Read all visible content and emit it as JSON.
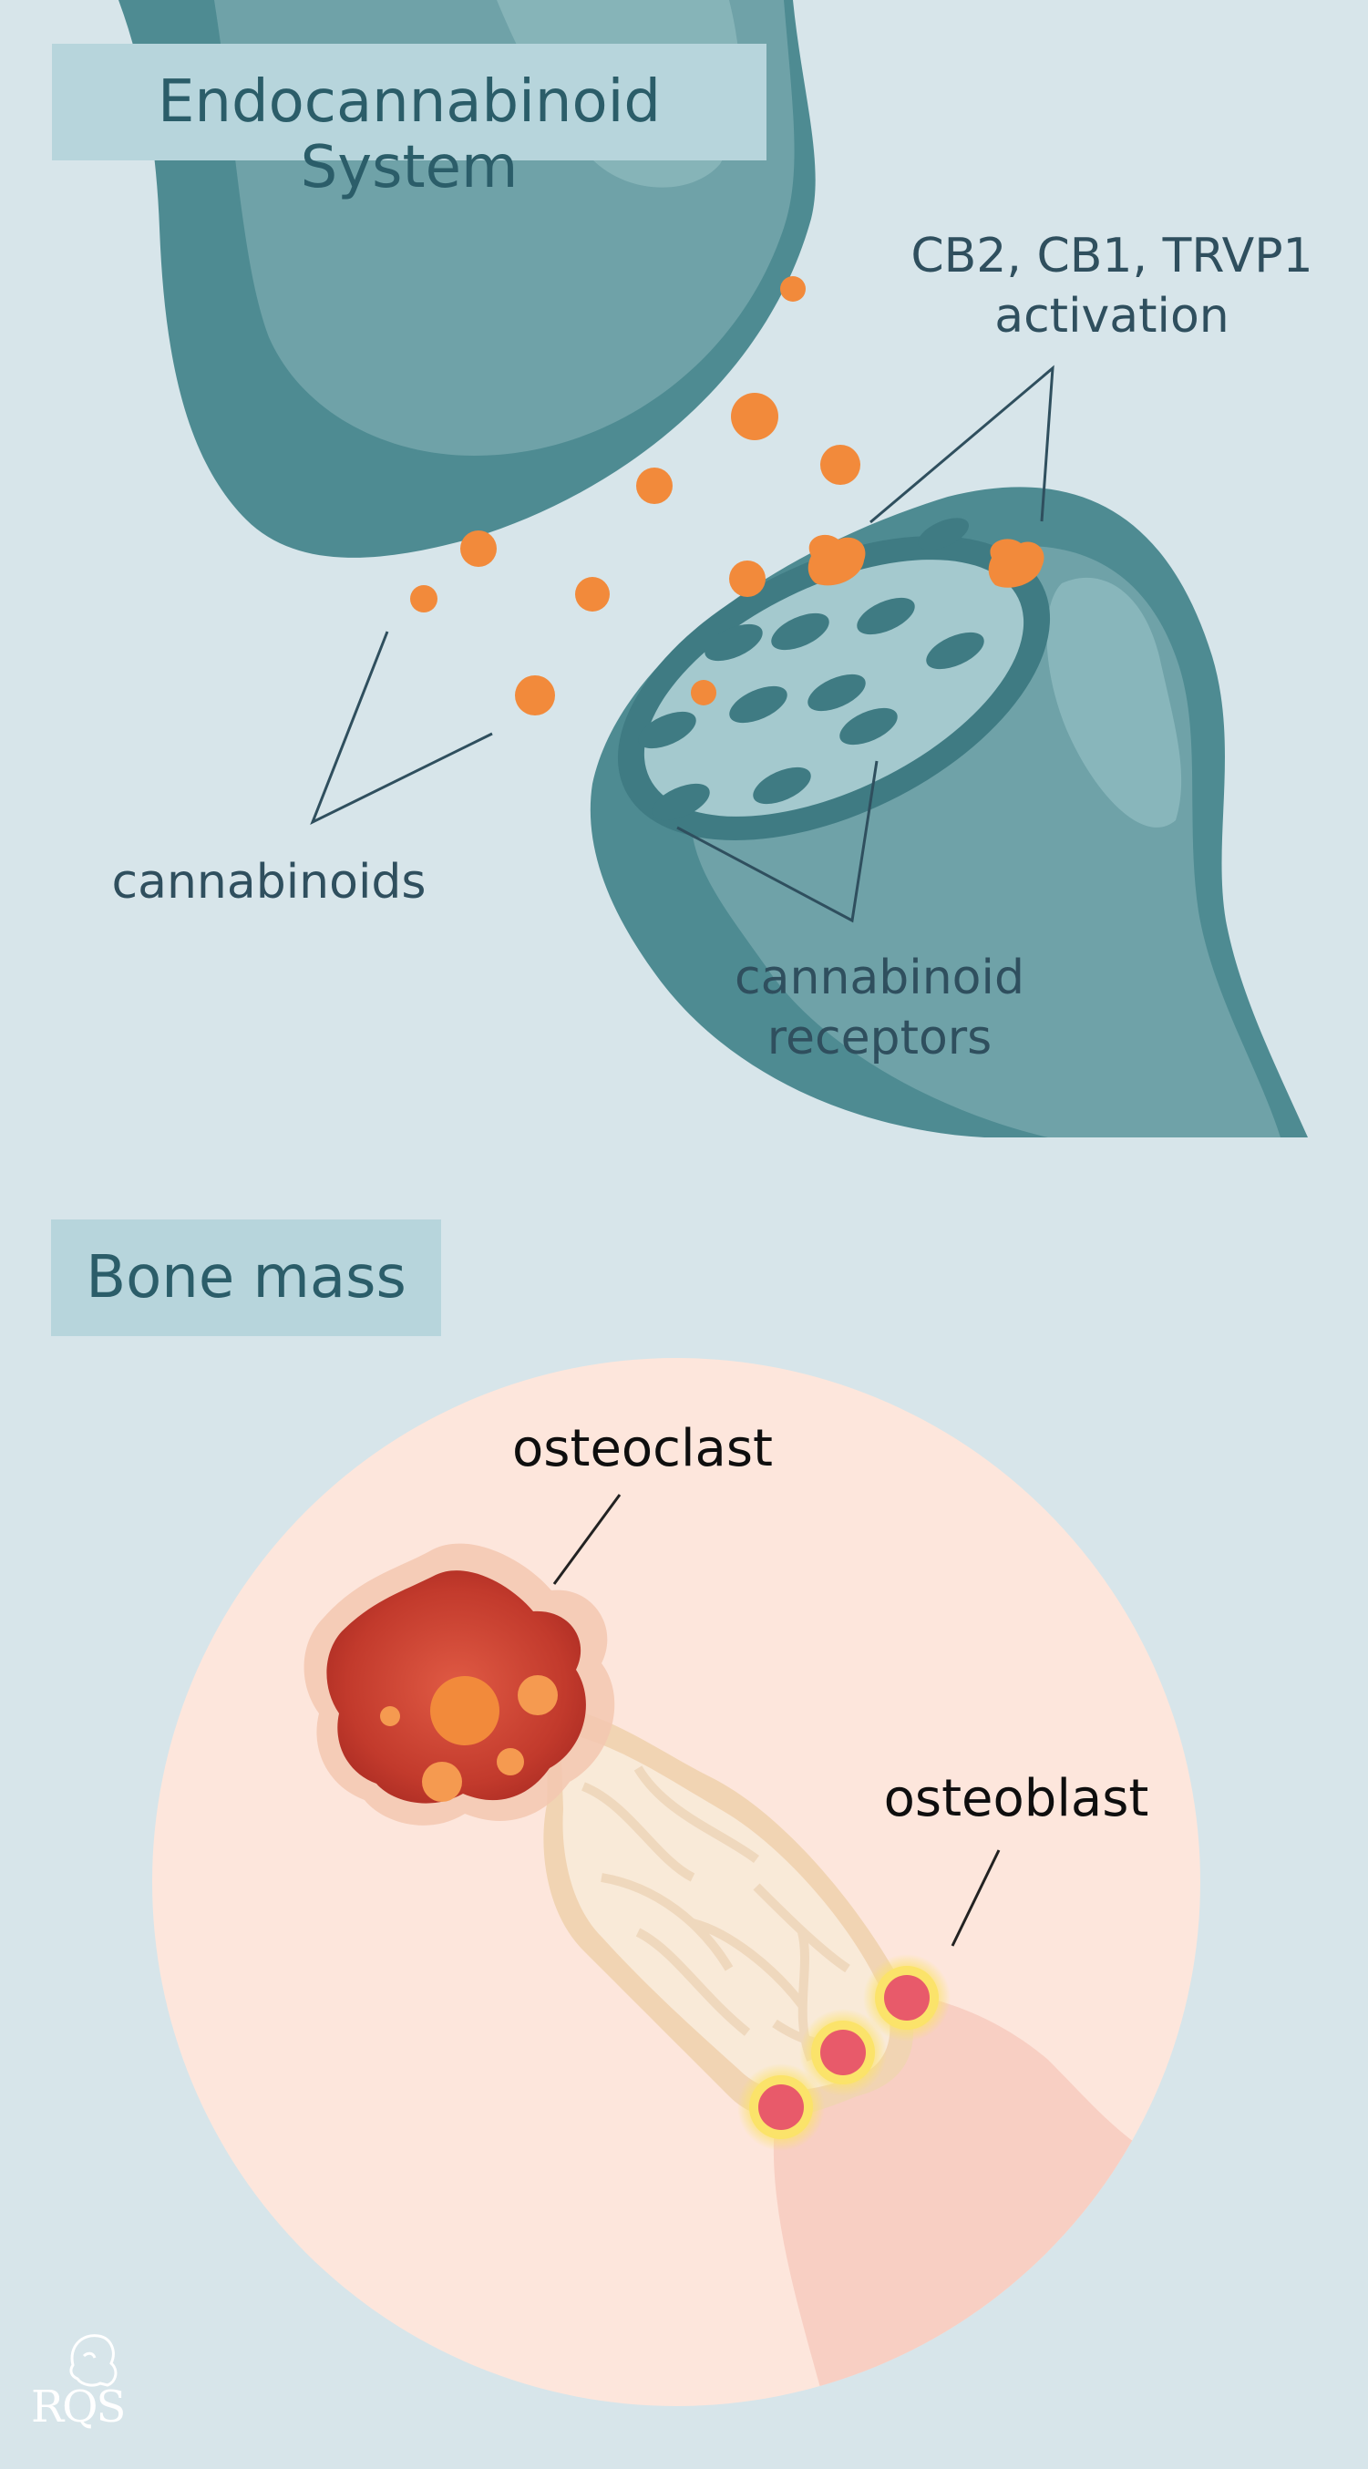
{
  "section1": {
    "title": "Endocannabinoid System",
    "labels": {
      "activation_line1": "CB2, CB1, TRVP1",
      "activation_line2": "activation",
      "cannabinoids": "cannabinoids",
      "receptors_line1": "cannabinoid",
      "receptors_line2": "receptors"
    }
  },
  "section2": {
    "title": "Bone mass",
    "labels": {
      "osteoclast": "osteoclast",
      "osteoblast": "osteoblast"
    }
  },
  "logo": {
    "text": "RQS"
  },
  "colors": {
    "background": "#d7e5ea",
    "title_box": "#b7d5dc",
    "neuron": "#6fa2a8",
    "neuron_dark": "#4e8b92",
    "cannabinoid_dot": "#f28a3b",
    "bone_circle": "#fde6dc",
    "osteoclast": "#c0392b",
    "osteoblast_ring": "#fbe36a"
  }
}
